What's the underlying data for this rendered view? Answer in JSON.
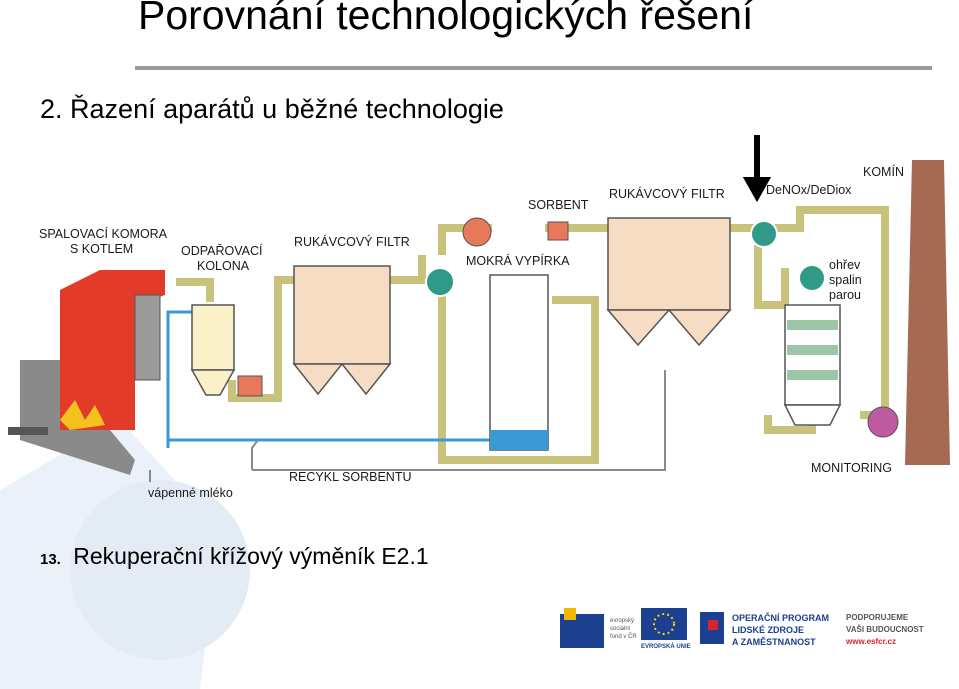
{
  "title": "Porovnání technologických řešení",
  "subtitle": {
    "number": "2.",
    "text": "Řazení aparátů u běžné technologie"
  },
  "labels": {
    "combustion_line1": "SPALOVACÍ KOMORA",
    "combustion_line2": "S KOTLEM",
    "evap_line1": "ODPAŘOVACÍ",
    "evap_line2": "KOLONA",
    "bagfilter1": "RUKÁVCOVÝ FILTR",
    "wet_scrubber": "MOKRÁ VYPÍRKA",
    "sorbent": "SORBENT",
    "bagfilter2": "RUKÁVCOVÝ FILTR",
    "denox": "DeNOx/DeDiox",
    "chimney": "KOMÍN",
    "reheat_line1": "ohřev",
    "reheat_line2": "spalin",
    "reheat_line3": "parou",
    "lime_milk": "vápenné mléko",
    "sorbent_recycle": "RECYKL SORBENTU",
    "monitoring": "MONITORING"
  },
  "footer": {
    "number": "13.",
    "text": "Rekuperační křížový výměník",
    "code": "E2.1"
  },
  "logos": {
    "esf_line1": "evropský",
    "esf_line2": "sociální",
    "esf_line3": "fond v ČR",
    "eu": "EVROPSKÁ UNIE",
    "op_line1": "OPERAČNÍ PROGRAM",
    "op_line2": "LIDSKÉ ZDROJE",
    "op_line3": "A ZAMĚSTNANOST",
    "support_line1": "PODPORUJEME",
    "support_line2": "VAŠI BUDOUCNOST",
    "support_url": "www.esfcr.cz"
  },
  "colors": {
    "duct": "#c8c27a",
    "water": "#3b9ad6",
    "furnace": "#e23b2a",
    "hopper": "#f7dcc4",
    "exchanger": "#2f9a88",
    "fan": "#e8785a",
    "chimney": "#a66a52",
    "monitor": "#c05aa0",
    "eu_blue": "#1d3f8f"
  }
}
